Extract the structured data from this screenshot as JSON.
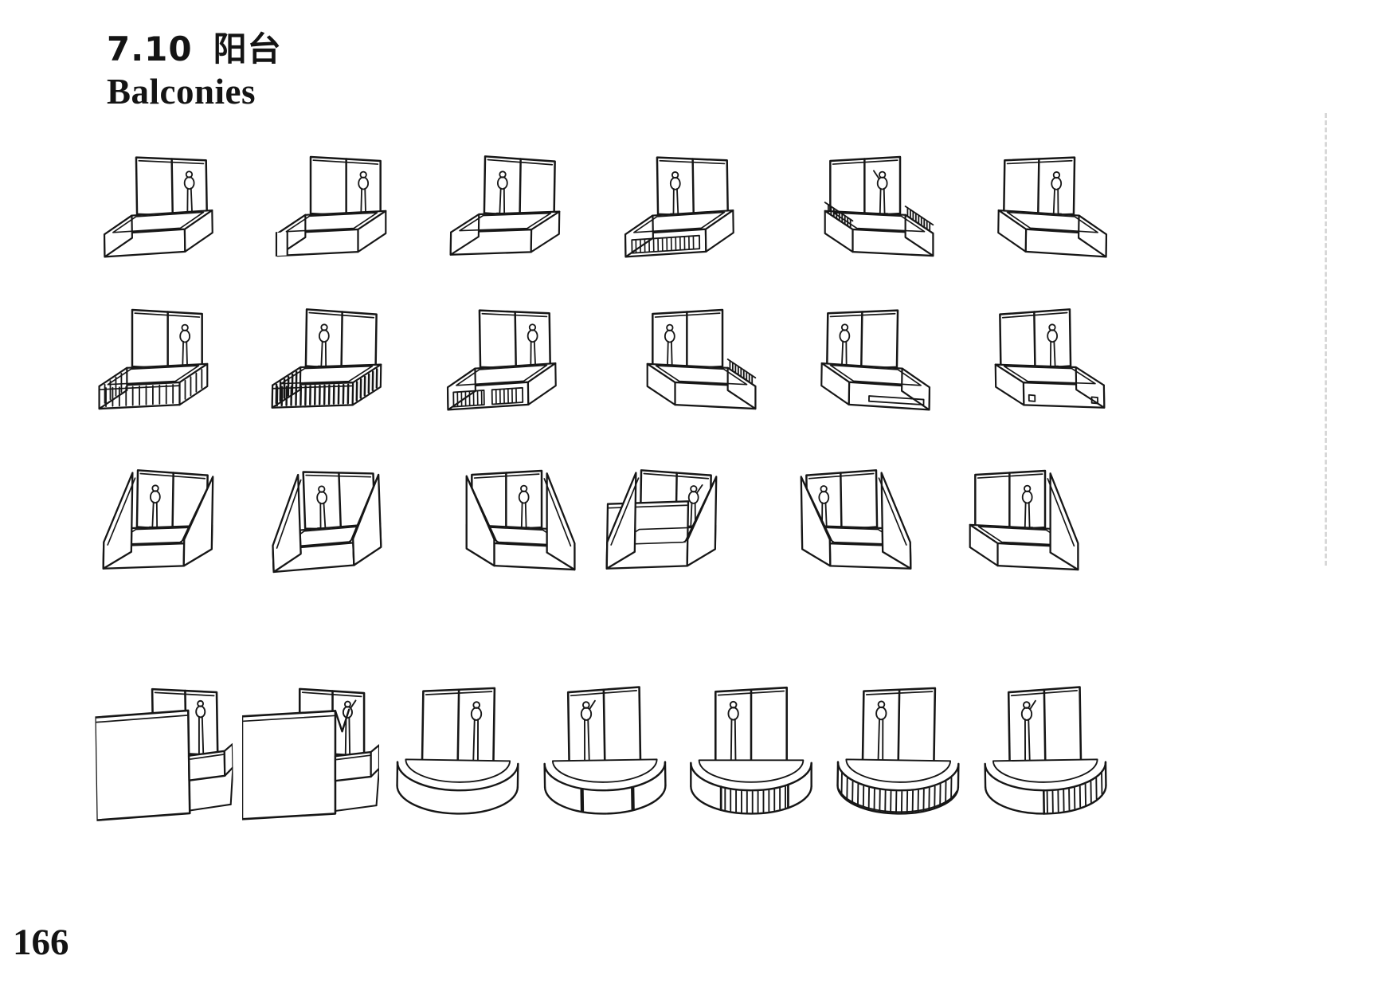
{
  "page": {
    "section_number": "7.10",
    "title_zh": "阳台",
    "title_en": "Balconies",
    "page_number": "166"
  },
  "ink_color": "#161616",
  "paper_color": "#ffffff",
  "figure_grid": {
    "rows": [
      {
        "name": "row-1",
        "cells": [
          {
            "name": "solid-parapet",
            "type": "box",
            "style": "solid",
            "view": "L",
            "fig": "r"
          },
          {
            "name": "parapet-corner-slot",
            "type": "box",
            "style": "cornerSlot",
            "view": "L",
            "fig": "r"
          },
          {
            "name": "solid-parapet-left-view",
            "type": "box",
            "style": "solid",
            "view": "L",
            "fig": "l"
          },
          {
            "name": "parapet-baluster-band",
            "type": "box",
            "style": "band",
            "view": "L",
            "fig": "l"
          },
          {
            "name": "parapet-side-balusters",
            "type": "box",
            "style": "sideTicks",
            "view": "R",
            "fig": "r",
            "arm": true
          },
          {
            "name": "solid-parapet-right-view",
            "type": "box",
            "style": "solid",
            "view": "R",
            "fig": "r"
          }
        ]
      },
      {
        "name": "row-2",
        "cells": [
          {
            "name": "baluster-railing",
            "type": "box",
            "style": "ticks",
            "view": "L",
            "fig": "r"
          },
          {
            "name": "baluster-railing-dense",
            "type": "box",
            "style": "ticksDense",
            "view": "L",
            "fig": "l"
          },
          {
            "name": "parapet-two-baluster-panels",
            "type": "box",
            "style": "twoPanels",
            "view": "L",
            "fig": "r"
          },
          {
            "name": "parapet-back-baluster-screen",
            "type": "box",
            "style": "backScreen",
            "view": "R",
            "fig": "l"
          },
          {
            "name": "parapet-horizontal-slot",
            "type": "box",
            "style": "slot",
            "view": "R",
            "fig": "l"
          },
          {
            "name": "parapet-corner-holes",
            "type": "box",
            "style": "holes",
            "view": "R",
            "fig": "r"
          }
        ]
      },
      {
        "name": "row-3",
        "cells": [
          {
            "name": "tall-side-walls",
            "type": "box",
            "style": "solid",
            "tall": "both",
            "view": "L",
            "fig": "l"
          },
          {
            "name": "tall-side-walls-sloped",
            "type": "box",
            "style": "solid",
            "tall": "both",
            "view": "L",
            "fig": "l",
            "tilt": -2
          },
          {
            "name": "tall-side-walls-deep",
            "type": "box",
            "style": "solid",
            "tall": "both",
            "view": "R",
            "fig": "r"
          },
          {
            "name": "enclosed-high-front",
            "type": "box",
            "style": "solid",
            "tall": "both",
            "front": "tall",
            "view": "L",
            "fig": "r",
            "arm": true
          },
          {
            "name": "tall-side-walls-open-front",
            "type": "box",
            "style": "solid",
            "tall": "both",
            "view": "R",
            "fig": "l"
          },
          {
            "name": "one-tall-side-wall",
            "type": "box",
            "style": "solid",
            "tall": "left",
            "view": "R",
            "fig": "r"
          }
        ]
      },
      {
        "name": "row-4",
        "cells": [
          {
            "name": "corner-recessed",
            "type": "corner",
            "style": "plain"
          },
          {
            "name": "corner-notched",
            "type": "corner",
            "style": "notch"
          },
          {
            "name": "round-solid",
            "type": "round",
            "style": "solid",
            "fig": "r"
          },
          {
            "name": "round-slotted",
            "type": "round",
            "style": "slots",
            "fig": "l",
            "arm": true
          },
          {
            "name": "round-baluster-panel",
            "type": "round",
            "style": "panel",
            "fig": "l"
          },
          {
            "name": "round-balusters",
            "type": "round",
            "style": "ticks",
            "fig": "l"
          },
          {
            "name": "round-half-balusters",
            "type": "round",
            "style": "half",
            "fig": "l",
            "arm": true
          }
        ]
      }
    ]
  }
}
